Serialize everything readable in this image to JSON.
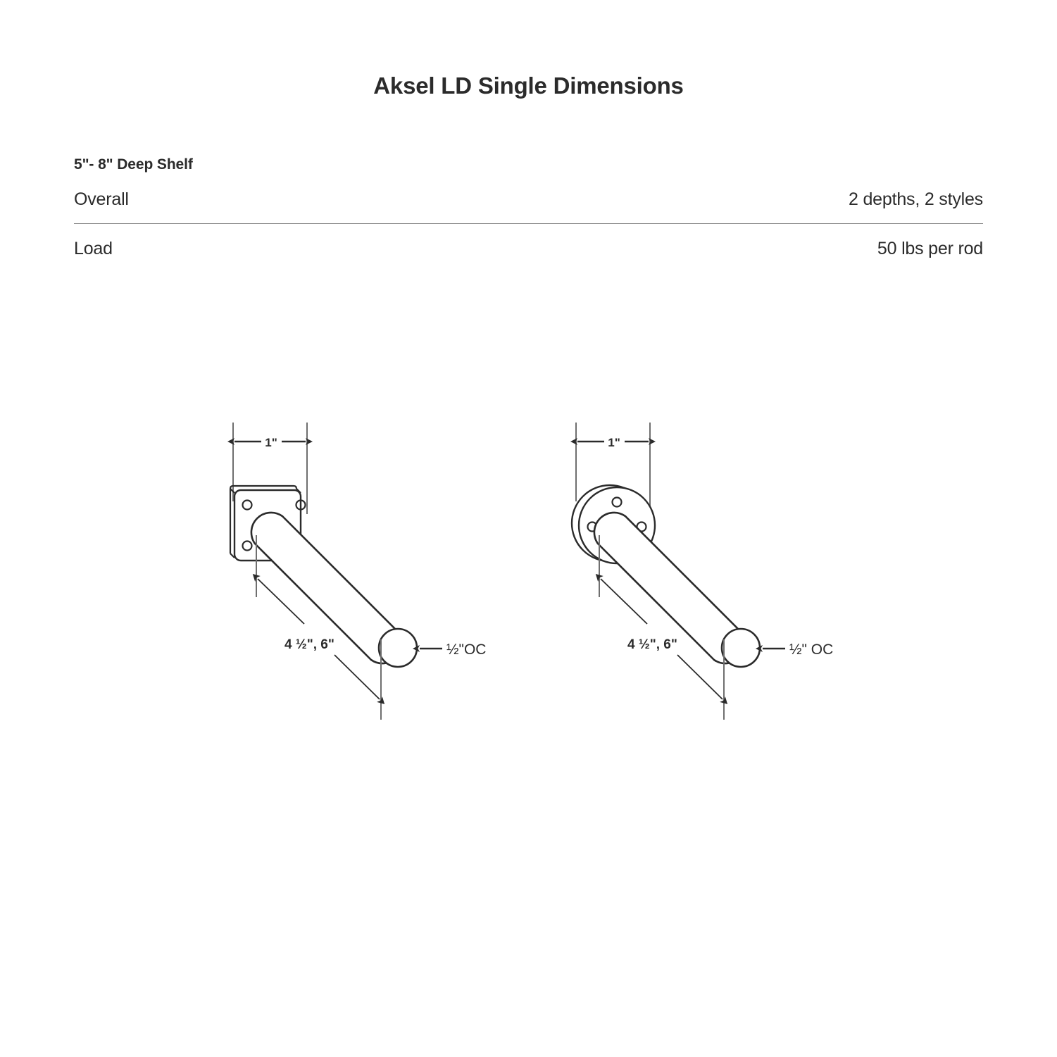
{
  "header": {
    "title": "Aksel LD Single Dimensions"
  },
  "spec": {
    "heading": "5\"- 8\" Deep Shelf",
    "rows": [
      {
        "label": "Overall",
        "value": "2 depths, 2 styles",
        "divider": true
      },
      {
        "label": "Load",
        "value": "50 lbs per rod",
        "divider": false
      }
    ]
  },
  "diagrams": [
    {
      "name": "square-plate-bracket",
      "plate_style": "square",
      "dimensions": {
        "projection": "1\"",
        "length": "4 ½\", 6\"",
        "rod_diameter": "½\"OC"
      }
    },
    {
      "name": "round-flange-bracket",
      "plate_style": "round",
      "dimensions": {
        "projection": "1\"",
        "length": "4 ½\", 6\"",
        "rod_diameter": "½\" OC"
      }
    }
  ],
  "colors": {
    "ink": "#2b2b2b",
    "line": "#2b2b2b",
    "thin_line": "#6f6f6f",
    "divider": "#8a8a8a",
    "background": "#ffffff"
  }
}
